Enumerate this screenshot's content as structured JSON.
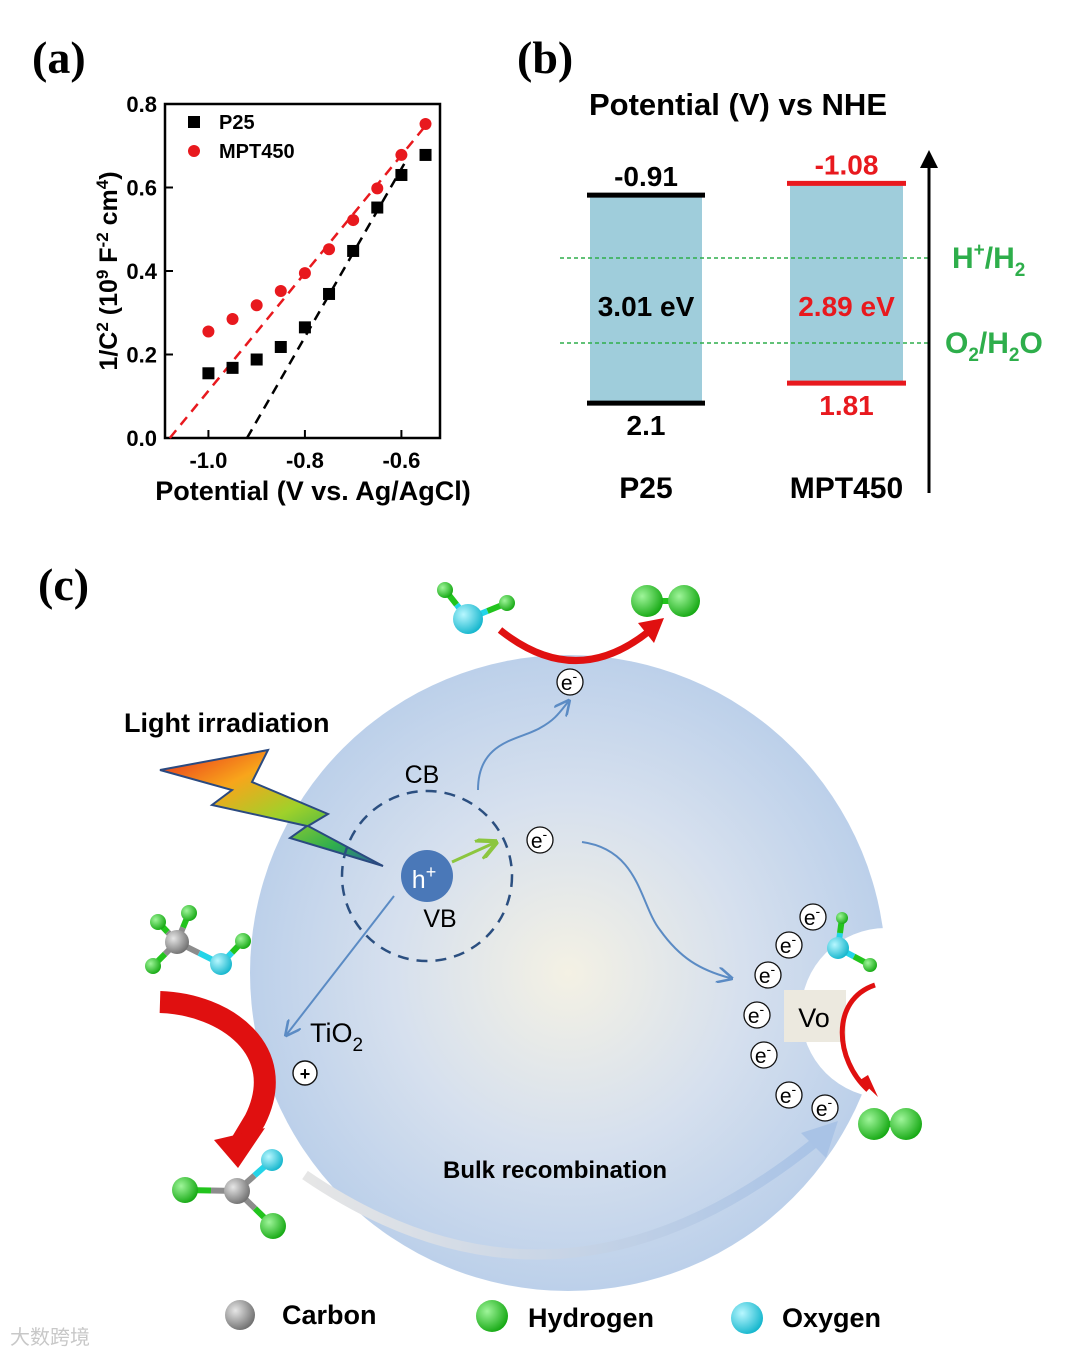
{
  "panels": {
    "a": {
      "label": "(a)"
    },
    "b": {
      "label": "(b)"
    },
    "c": {
      "label": "(c)"
    }
  },
  "chart_data": [
    {
      "type": "scatter",
      "panel": "a",
      "xlabel": "Potential (V vs. Ag/AgCl)",
      "ylabel_parts": [
        "1/C",
        "2",
        " (10",
        "9",
        " F",
        "-2",
        " cm",
        "4",
        ")"
      ],
      "xlim": [
        -1.09,
        -0.52
      ],
      "ylim": [
        0.0,
        0.8
      ],
      "xticks": [
        -1.0,
        -0.8,
        -0.6
      ],
      "xtick_labels": [
        "-1.0",
        "-0.8",
        "-0.6"
      ],
      "yticks": [
        0.0,
        0.2,
        0.4,
        0.6,
        0.8
      ],
      "ytick_labels": [
        "0.0",
        "0.2",
        "0.4",
        "0.6",
        "0.8"
      ],
      "legend_position": "top-left",
      "series": [
        {
          "name": "P25",
          "color": "#000000",
          "marker": "square",
          "points": [
            [
              -1.0,
              0.155
            ],
            [
              -0.95,
              0.168
            ],
            [
              -0.9,
              0.188
            ],
            [
              -0.85,
              0.218
            ],
            [
              -0.8,
              0.265
            ],
            [
              -0.75,
              0.345
            ],
            [
              -0.7,
              0.448
            ],
            [
              -0.65,
              0.552
            ],
            [
              -0.6,
              0.63
            ],
            [
              -0.55,
              0.678
            ]
          ],
          "fit_line": [
            [
              -0.92,
              0.0
            ],
            [
              -0.59,
              0.665
            ]
          ]
        },
        {
          "name": "MPT450",
          "color": "#e8191e",
          "marker": "circle",
          "points": [
            [
              -1.0,
              0.255
            ],
            [
              -0.95,
              0.285
            ],
            [
              -0.9,
              0.318
            ],
            [
              -0.85,
              0.352
            ],
            [
              -0.8,
              0.395
            ],
            [
              -0.75,
              0.452
            ],
            [
              -0.7,
              0.522
            ],
            [
              -0.65,
              0.598
            ],
            [
              -0.6,
              0.678
            ],
            [
              -0.55,
              0.752
            ]
          ],
          "fit_line": [
            [
              -1.08,
              0.0
            ],
            [
              -0.545,
              0.755
            ]
          ]
        }
      ]
    },
    {
      "type": "bar",
      "panel": "b",
      "title": "Potential (V) vs NHE",
      "categories": [
        "P25",
        "MPT450"
      ],
      "series": [
        {
          "name": "P25",
          "cb": -0.91,
          "vb": 2.1,
          "gap_label": "3.01 eV",
          "cb_label": "-0.91",
          "vb_label": "2.1",
          "color": "#000000"
        },
        {
          "name": "MPT450",
          "cb": -1.08,
          "vb": 1.81,
          "gap_label": "2.89 eV",
          "cb_label": "-1.08",
          "vb_label": "1.81",
          "color": "#e8191e"
        }
      ],
      "reference_levels": [
        {
          "value": 0.0,
          "label_main": "H",
          "label_sup": "+",
          "label_mid": "/H",
          "label_sub": "2",
          "label_end": ""
        },
        {
          "value": 1.23,
          "label_main": "O",
          "label_sup": "",
          "label_mid": "/H",
          "label_sub": "2",
          "label_end": "O",
          "label_sub_first": "2"
        }
      ],
      "band_fill": "#9fcddb",
      "ref_color": "#2eae4b"
    }
  ],
  "diagram": {
    "light_label": "Light irradiation",
    "cb_label": "CB",
    "vb_label": "VB",
    "hole_label": "h",
    "hole_sup": "+",
    "electron": "e",
    "electron_sup": "-",
    "tio2_main": "TiO",
    "tio2_sub": "2",
    "plus_symbol": "+",
    "vo_label": "Vo",
    "bulk_label": "Bulk recombination",
    "legend": {
      "carbon": "Carbon",
      "hydrogen": "Hydrogen",
      "oxygen": "Oxygen"
    },
    "colors": {
      "carbon": "#8c8c8c",
      "hydrogen": "#22c41d",
      "oxygen": "#24d4e8",
      "sphere": "#c6d6ec",
      "hole": "#4a78b8",
      "arrow_blue": "#5b8bc4",
      "arrow_red": "#e01010"
    }
  },
  "watermark": "大数跨境"
}
